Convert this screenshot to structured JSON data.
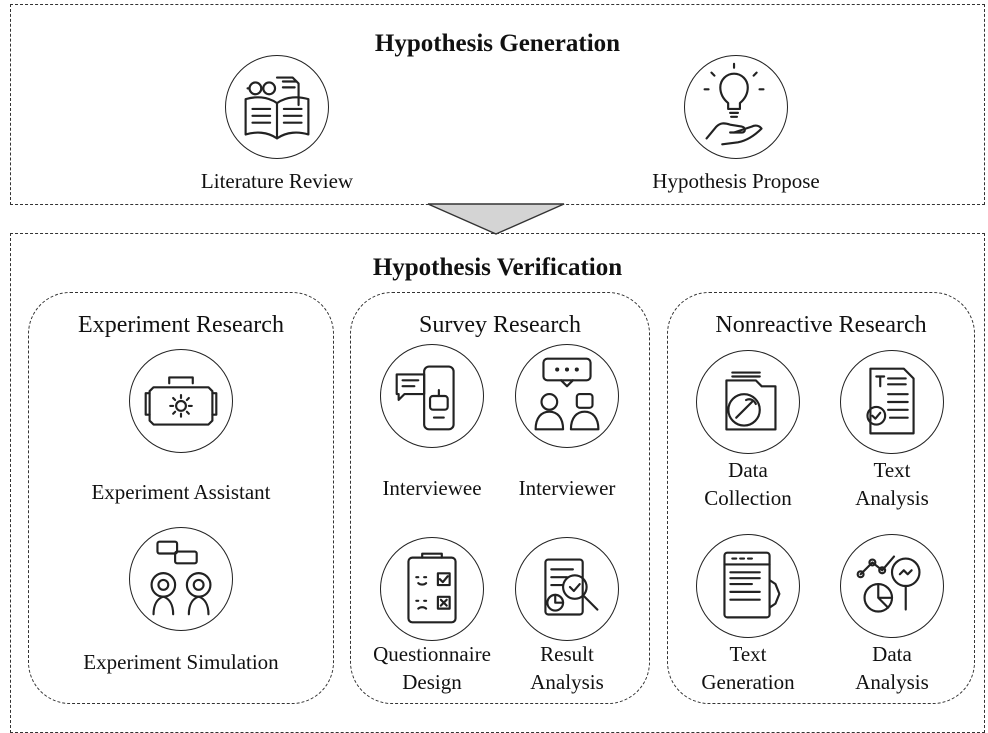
{
  "generation": {
    "title": "Hypothesis Generation",
    "literature_review": "Literature Review",
    "hypothesis_propose": "Hypothesis Propose"
  },
  "verification": {
    "title": "Hypothesis Verification",
    "experiment": {
      "title": "Experiment Research",
      "assistant": "Experiment Assistant",
      "simulation": "Experiment Simulation"
    },
    "survey": {
      "title": "Survey Research",
      "interviewee": "Interviewee",
      "interviewer": "Interviewer",
      "questionnaire": [
        "Questionnaire",
        "Design"
      ],
      "result": [
        "Result",
        "Analysis"
      ]
    },
    "nonreactive": {
      "title": "Nonreactive Research",
      "data_collection": [
        "Data",
        "Collection"
      ],
      "text_analysis": [
        "Text",
        "Analysis"
      ],
      "text_generation": [
        "Text",
        "Generation"
      ],
      "data_analysis": [
        "Data",
        "Analysis"
      ]
    }
  },
  "icons": {
    "literature_review": "book-glasses-icon",
    "hypothesis_propose": "lightbulb-hand-icon",
    "experiment_assistant": "toolbox-gear-icon",
    "experiment_simulation": "people-gears-icon",
    "interviewee": "phone-robot-icon",
    "interviewer": "people-chat-icon",
    "questionnaire": "clipboard-check-icon",
    "result_analysis": "report-magnifier-icon",
    "data_collection": "folder-pickaxe-icon",
    "text_analysis": "document-check-icon",
    "text_generation": "browser-gear-icon",
    "data_analysis": "chart-magnifier-icon"
  }
}
